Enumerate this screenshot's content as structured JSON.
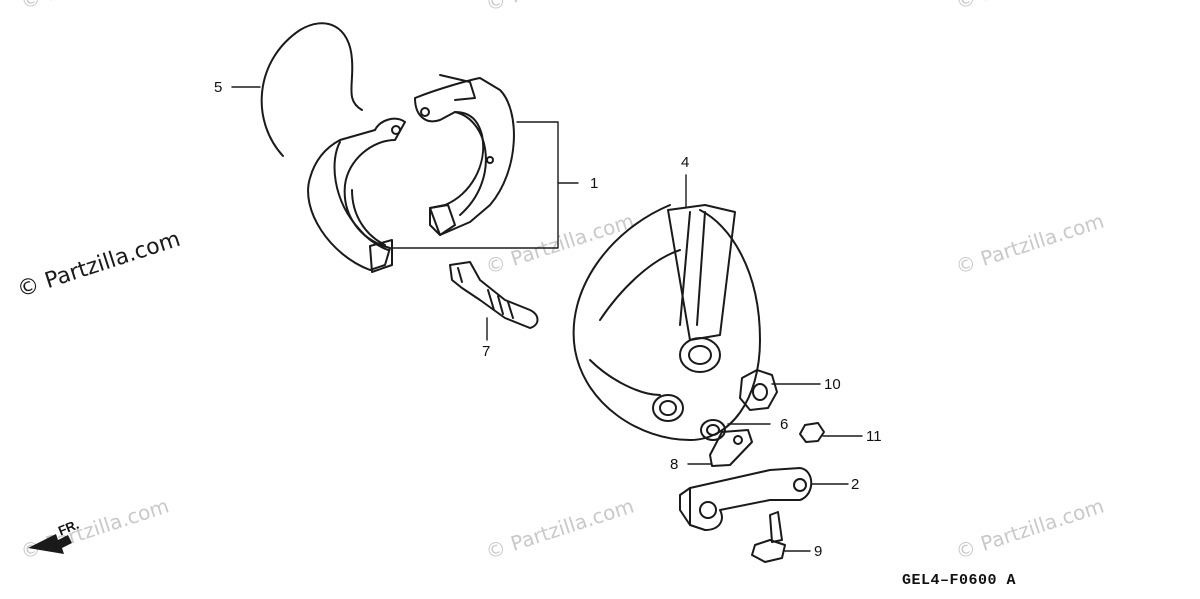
{
  "watermarks": {
    "copyright": "© Partzilla.com",
    "faint": "© Partzilla.com"
  },
  "callouts": [
    "1",
    "2",
    "4",
    "5",
    "6",
    "7",
    "8",
    "9",
    "10",
    "11"
  ],
  "diagram_code": "GEL4–F0600 A",
  "direction": "FR.",
  "colors": {
    "line": "#1a1a1a",
    "watermark": "#c9c9c9"
  }
}
